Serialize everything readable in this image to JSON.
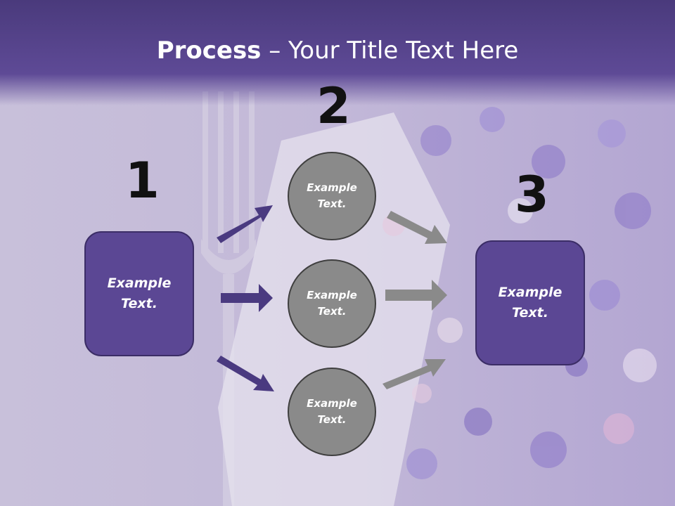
{
  "title": {
    "bold": "Process",
    "rest": " – Your Title Text Here"
  },
  "steps": [
    {
      "number": "1",
      "text_line1": "Example",
      "text_line2": "Text."
    },
    {
      "number": "2",
      "items": [
        {
          "text_line1": "Example",
          "text_line2": "Text."
        },
        {
          "text_line1": "Example",
          "text_line2": "Text."
        },
        {
          "text_line1": "Example",
          "text_line2": "Text."
        }
      ]
    },
    {
      "number": "3",
      "text_line1": "Example",
      "text_line2": "Text."
    }
  ],
  "colors": {
    "title_bar": "#4a3a7c",
    "box_fill": "#5b4794",
    "circle_fill": "#8a8a8a",
    "arrow_purple": "#4a3a80",
    "arrow_gray": "#8a8a8a"
  }
}
